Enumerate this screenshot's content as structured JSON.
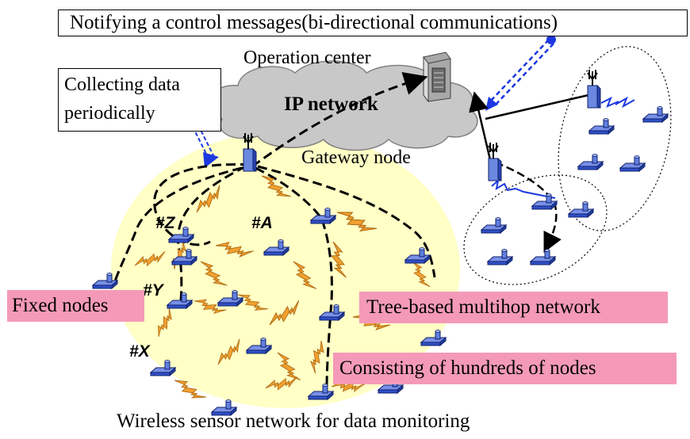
{
  "banner": "Notifying a control messages(bi-directional communications)",
  "operation_center": "Operation center",
  "ip_network": "IP network",
  "collecting": [
    "Collecting data",
    "periodically"
  ],
  "gateway_node": "Gateway node",
  "node_ids": {
    "z": "#Z",
    "a": "#A",
    "y": "#Y",
    "x": "#X"
  },
  "fixed_nodes": "Fixed nodes",
  "tree_multihop": "Tree-based multihop network",
  "hundreds_nodes": "Consisting of hundreds of nodes",
  "caption": "Wireless sensor network for data monitoring",
  "colors": {
    "sensor_field": "#ffffc6",
    "cloud": "#c8c8c8",
    "node": "#4060d0",
    "highlight": "#f49ab8",
    "link": "#f0a030",
    "arrow_blue": "#1c38e0"
  }
}
